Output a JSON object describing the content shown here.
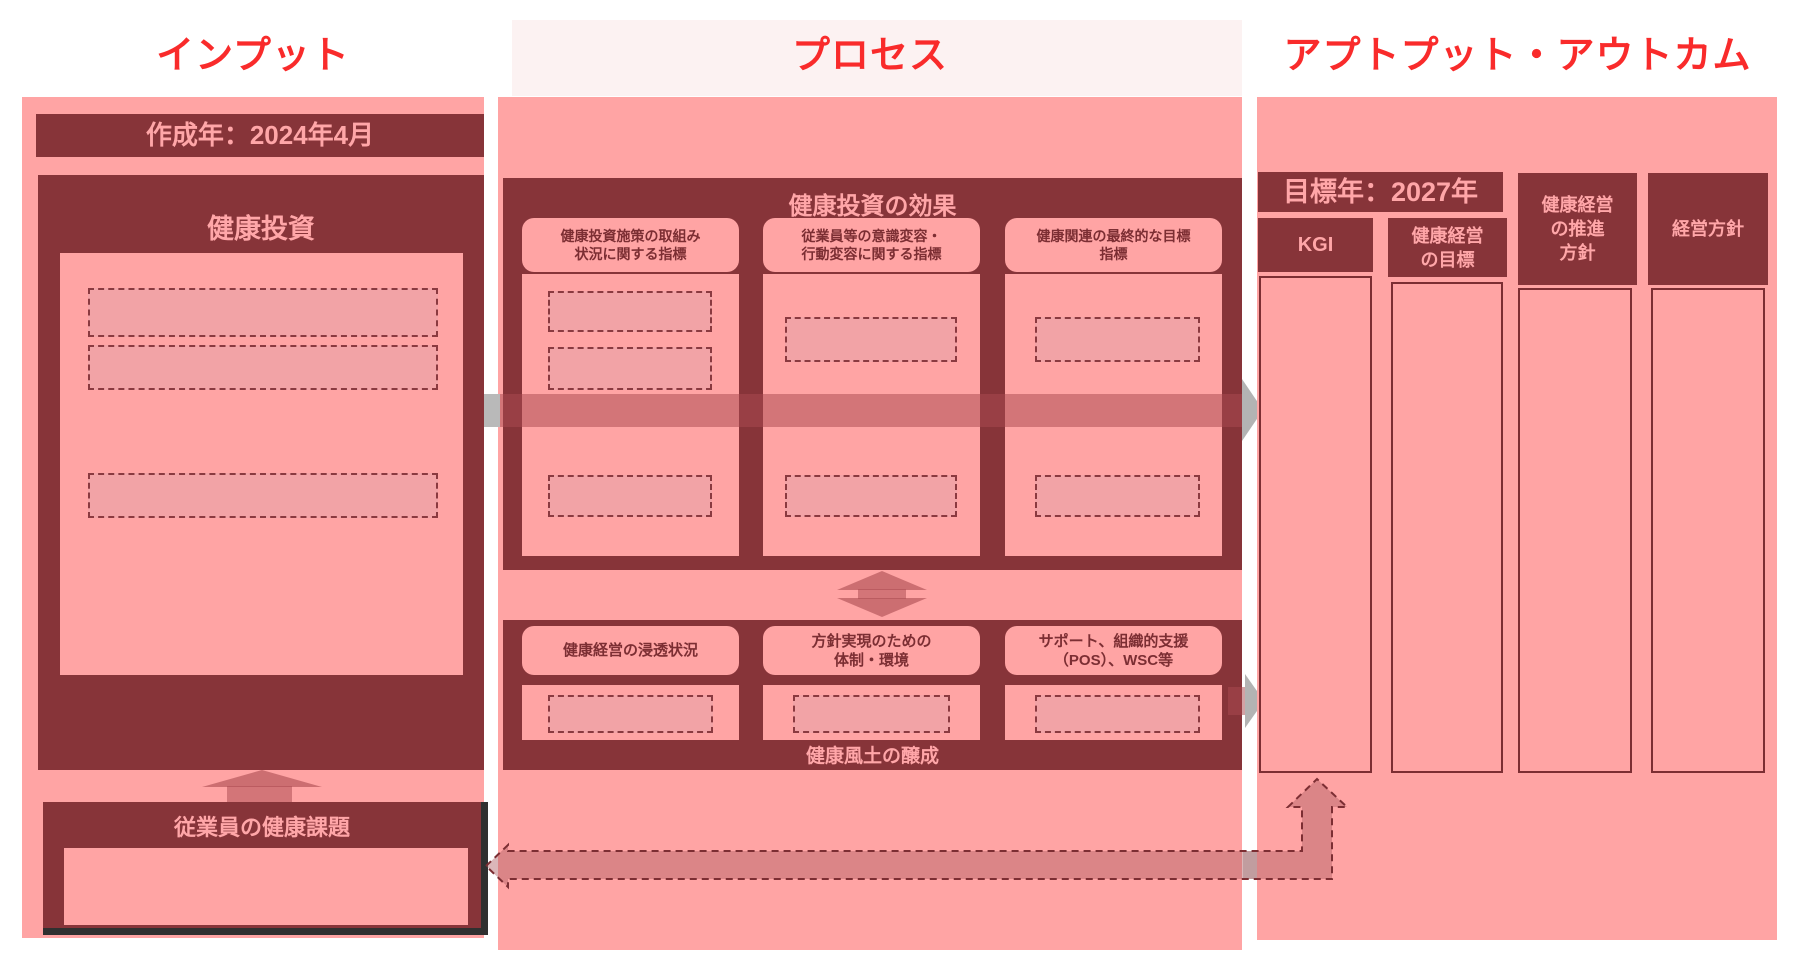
{
  "titles": {
    "input": "インプット",
    "process": "プロセス",
    "output": "アプトプット・アウトカム"
  },
  "input": {
    "created_label": "作成年：2024年4月",
    "investment_title": "健康投資",
    "issues_title": "従業員の健康課題"
  },
  "process": {
    "effect_title": "健康投資の効果",
    "effect_columns": [
      "健康投資施策の取組み\n状況に関する指標",
      "従業員等の意識変容・\n行動変容に関する指標",
      "健康関連の最終的な目標\n指標"
    ],
    "climate_columns": [
      "健康経営の浸透状況",
      "方針実現のための\n体制・環境",
      "サポート、組織的支援\n（POS）、WSC等"
    ],
    "climate_title": "健康風土の醸成"
  },
  "output": {
    "target_label": "目標年：2027年",
    "columns": [
      "KGI",
      "健康経営\nの目標",
      "健康経営\nの推進\n方針",
      "経営方針"
    ]
  },
  "colors": {
    "accent_red": "#f92b2b",
    "dark_red": "#873439",
    "panel_pink": "#ffa4a4",
    "placeholder_pink": "#f2a3a6",
    "arrow_rose": "#c9797e",
    "arrow_gray": "#b3b3b3",
    "shadow_black": "#303030"
  }
}
